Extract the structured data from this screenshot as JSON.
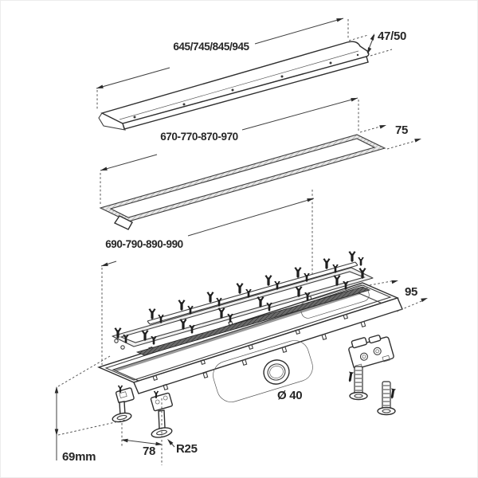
{
  "diagram": {
    "labels": {
      "cover_length": "645/745/845/945",
      "cover_width": "47/50",
      "frame_length": "670-770-870-970",
      "frame_width": "75",
      "channel_length": "690-790-890-990",
      "channel_width": "95",
      "outlet_diameter": "Ø 40",
      "foot_spacing": "78",
      "bend_radius": "R25",
      "install_height": "69mm"
    },
    "colors": {
      "background": "#ffffff",
      "line": "#3d3d3d",
      "text": "#262626",
      "hatch_dark": "#5f5f5f",
      "hatch_light": "#e8e8e8"
    }
  }
}
